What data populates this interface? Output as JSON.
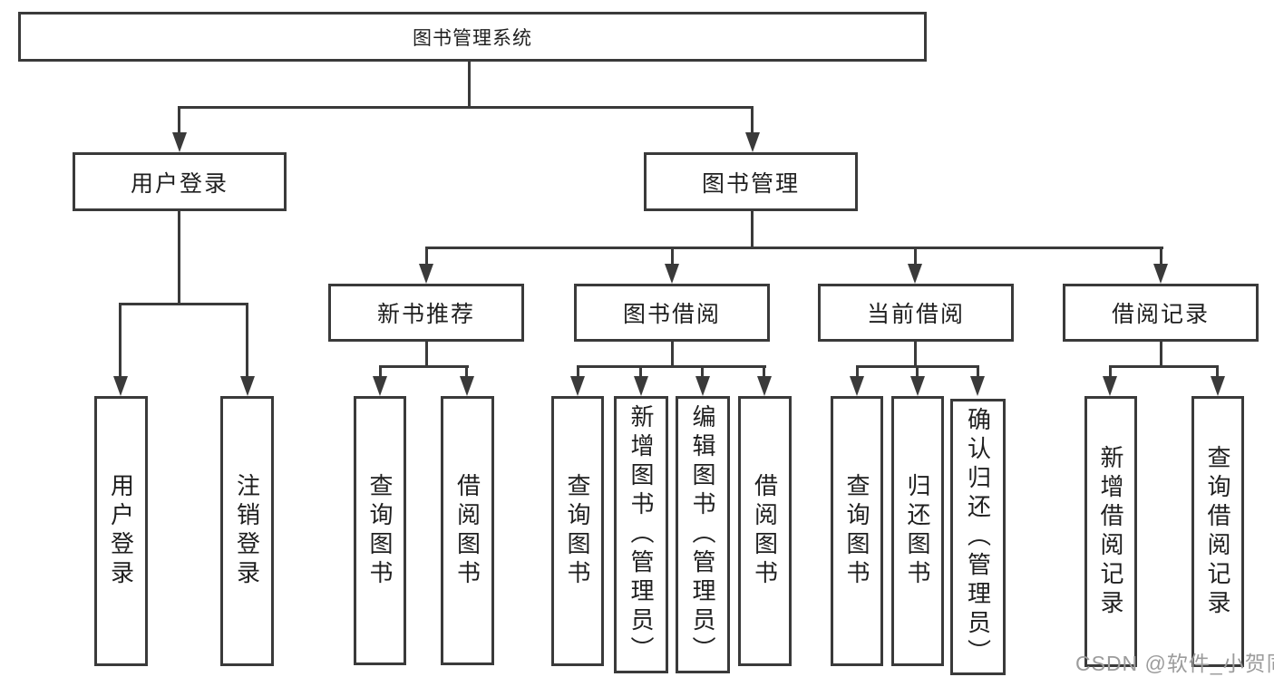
{
  "colors": {
    "line": "#3a3a3a",
    "text": "#1f1f1f",
    "background": "#ffffff",
    "watermark": "#9c9c9c"
  },
  "watermark": {
    "text": "CSDN @软件_小贺同学"
  },
  "tree": {
    "root": {
      "label": "图书管理系统"
    },
    "branches": [
      {
        "label": "用户登录",
        "children": [
          {
            "label": "用户登录"
          },
          {
            "label": "注销登录"
          }
        ]
      },
      {
        "label": "图书管理",
        "children": [
          {
            "label": "新书推荐",
            "children": [
              {
                "label": "查询图书"
              },
              {
                "label": "借阅图书"
              }
            ]
          },
          {
            "label": "图书借阅",
            "children": [
              {
                "label": "查询图书"
              },
              {
                "label": "新增图书（管理员）"
              },
              {
                "label": "编辑图书（管理员）"
              },
              {
                "label": "借阅图书"
              }
            ]
          },
          {
            "label": "当前借阅",
            "children": [
              {
                "label": "查询图书"
              },
              {
                "label": "归还图书"
              },
              {
                "label": "确认归还（管理员）"
              }
            ]
          },
          {
            "label": "借阅记录",
            "children": [
              {
                "label": "新增借阅记录"
              },
              {
                "label": "查询借阅记录"
              }
            ]
          }
        ]
      }
    ]
  }
}
